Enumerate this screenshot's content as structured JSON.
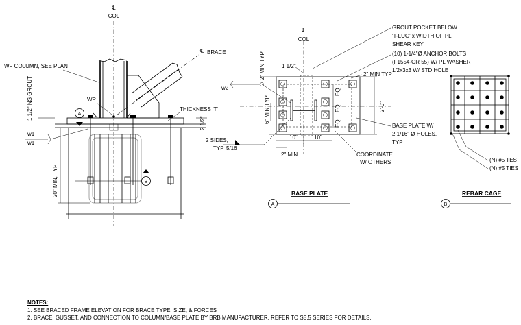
{
  "elevation": {
    "col_cl": "℄",
    "col_label": "COL",
    "brace_cl": "℄",
    "brace_label": "BRACE",
    "wf_column": "WF COLUMN, SEE PLAN",
    "wp": "WP",
    "grout": "1 1/2\" NS GROUT",
    "thickness": "THICKNESS 'T'",
    "dim_2_5": "2 1/2\"",
    "w1a": "w1",
    "w1b": "w1",
    "embed": "20\" MIN, TYP",
    "tag_a": "A",
    "tag_b": "B"
  },
  "base_plate": {
    "col_cl": "℄",
    "col_label": "COL",
    "grout_pocket_1": "GROUT POCKET BELOW",
    "grout_pocket_2": "'T-LUG' x WIDTH OF PL",
    "grout_pocket_3": "SHEAR KEY",
    "anchor_1": "(10) 1-1/4\"Ø ANCHOR BOLTS",
    "anchor_2": "(F1554-GR 55) W/ PL WASHER",
    "anchor_3": "1/2x3x3 W/ STD HOLE",
    "dim_top": "1 1/2\"",
    "dim_2min_typ": "2\" MIN TYP",
    "dim_2min_typ_r": "2\" MIN TYP",
    "w2": "w2",
    "dim_6min": "6\" MIN TYP",
    "eq1": "EQ",
    "eq2": "EQ",
    "eq3": "EQ",
    "dim_2_0": "2'-0\"",
    "bp_note_1": "BASE PLATE W/",
    "bp_note_2": "2 1/16\" Ø HOLES,",
    "bp_note_3": "TYP",
    "weld_1": "2 SIDES,",
    "weld_2": "TYP",
    "weld_size": "5/16",
    "dim_10a": "10\"",
    "dim_10b": "10\"",
    "dim_2min": "2\" MIN",
    "coord_1": "COORDINATE",
    "coord_2": "W/ OTHERS",
    "title": "BASE PLATE",
    "tag": "A"
  },
  "rebar_cage": {
    "tes": "(N) #5 TES",
    "ties": "(N) #5 TIES",
    "title": "REBAR CAGE",
    "tag": "B"
  },
  "notes": {
    "heading": "NOTES:",
    "n1": "1.   SEE BRACED FRAME ELEVATION FOR BRACE TYPE, SIZE, & FORCES",
    "n2": "2.   BRACE, GUSSET, AND CONNECTION TO COLUMN/BASE PLATE BY BRB MANUFACTURER. REFER TO S5.5 SERIES FOR DETAILS."
  }
}
